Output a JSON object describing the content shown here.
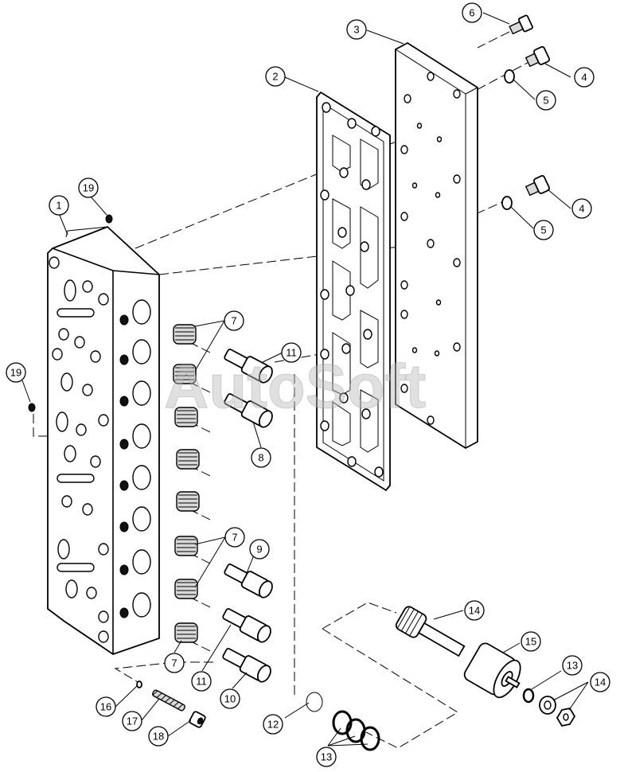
{
  "watermark": "AutoSoft",
  "callouts": [
    {
      "id": "c1",
      "label": "1"
    },
    {
      "id": "c2",
      "label": "2"
    },
    {
      "id": "c3",
      "label": "3"
    },
    {
      "id": "c4a",
      "label": "4"
    },
    {
      "id": "c4b",
      "label": "4"
    },
    {
      "id": "c5a",
      "label": "5"
    },
    {
      "id": "c5b",
      "label": "5"
    },
    {
      "id": "c6",
      "label": "6"
    },
    {
      "id": "c7a",
      "label": "7"
    },
    {
      "id": "c7b",
      "label": "7"
    },
    {
      "id": "c7c",
      "label": "7"
    },
    {
      "id": "c8",
      "label": "8"
    },
    {
      "id": "c9",
      "label": "9"
    },
    {
      "id": "c10",
      "label": "10"
    },
    {
      "id": "c11a",
      "label": "11"
    },
    {
      "id": "c11b",
      "label": "11"
    },
    {
      "id": "c12",
      "label": "12"
    },
    {
      "id": "c13a",
      "label": "13"
    },
    {
      "id": "c13b",
      "label": "13"
    },
    {
      "id": "c14a",
      "label": "14"
    },
    {
      "id": "c14b",
      "label": "14"
    },
    {
      "id": "c15",
      "label": "15"
    },
    {
      "id": "c16",
      "label": "16"
    },
    {
      "id": "c17",
      "label": "17"
    },
    {
      "id": "c18",
      "label": "18"
    },
    {
      "id": "c19a",
      "label": "19"
    },
    {
      "id": "c19b",
      "label": "19"
    }
  ]
}
